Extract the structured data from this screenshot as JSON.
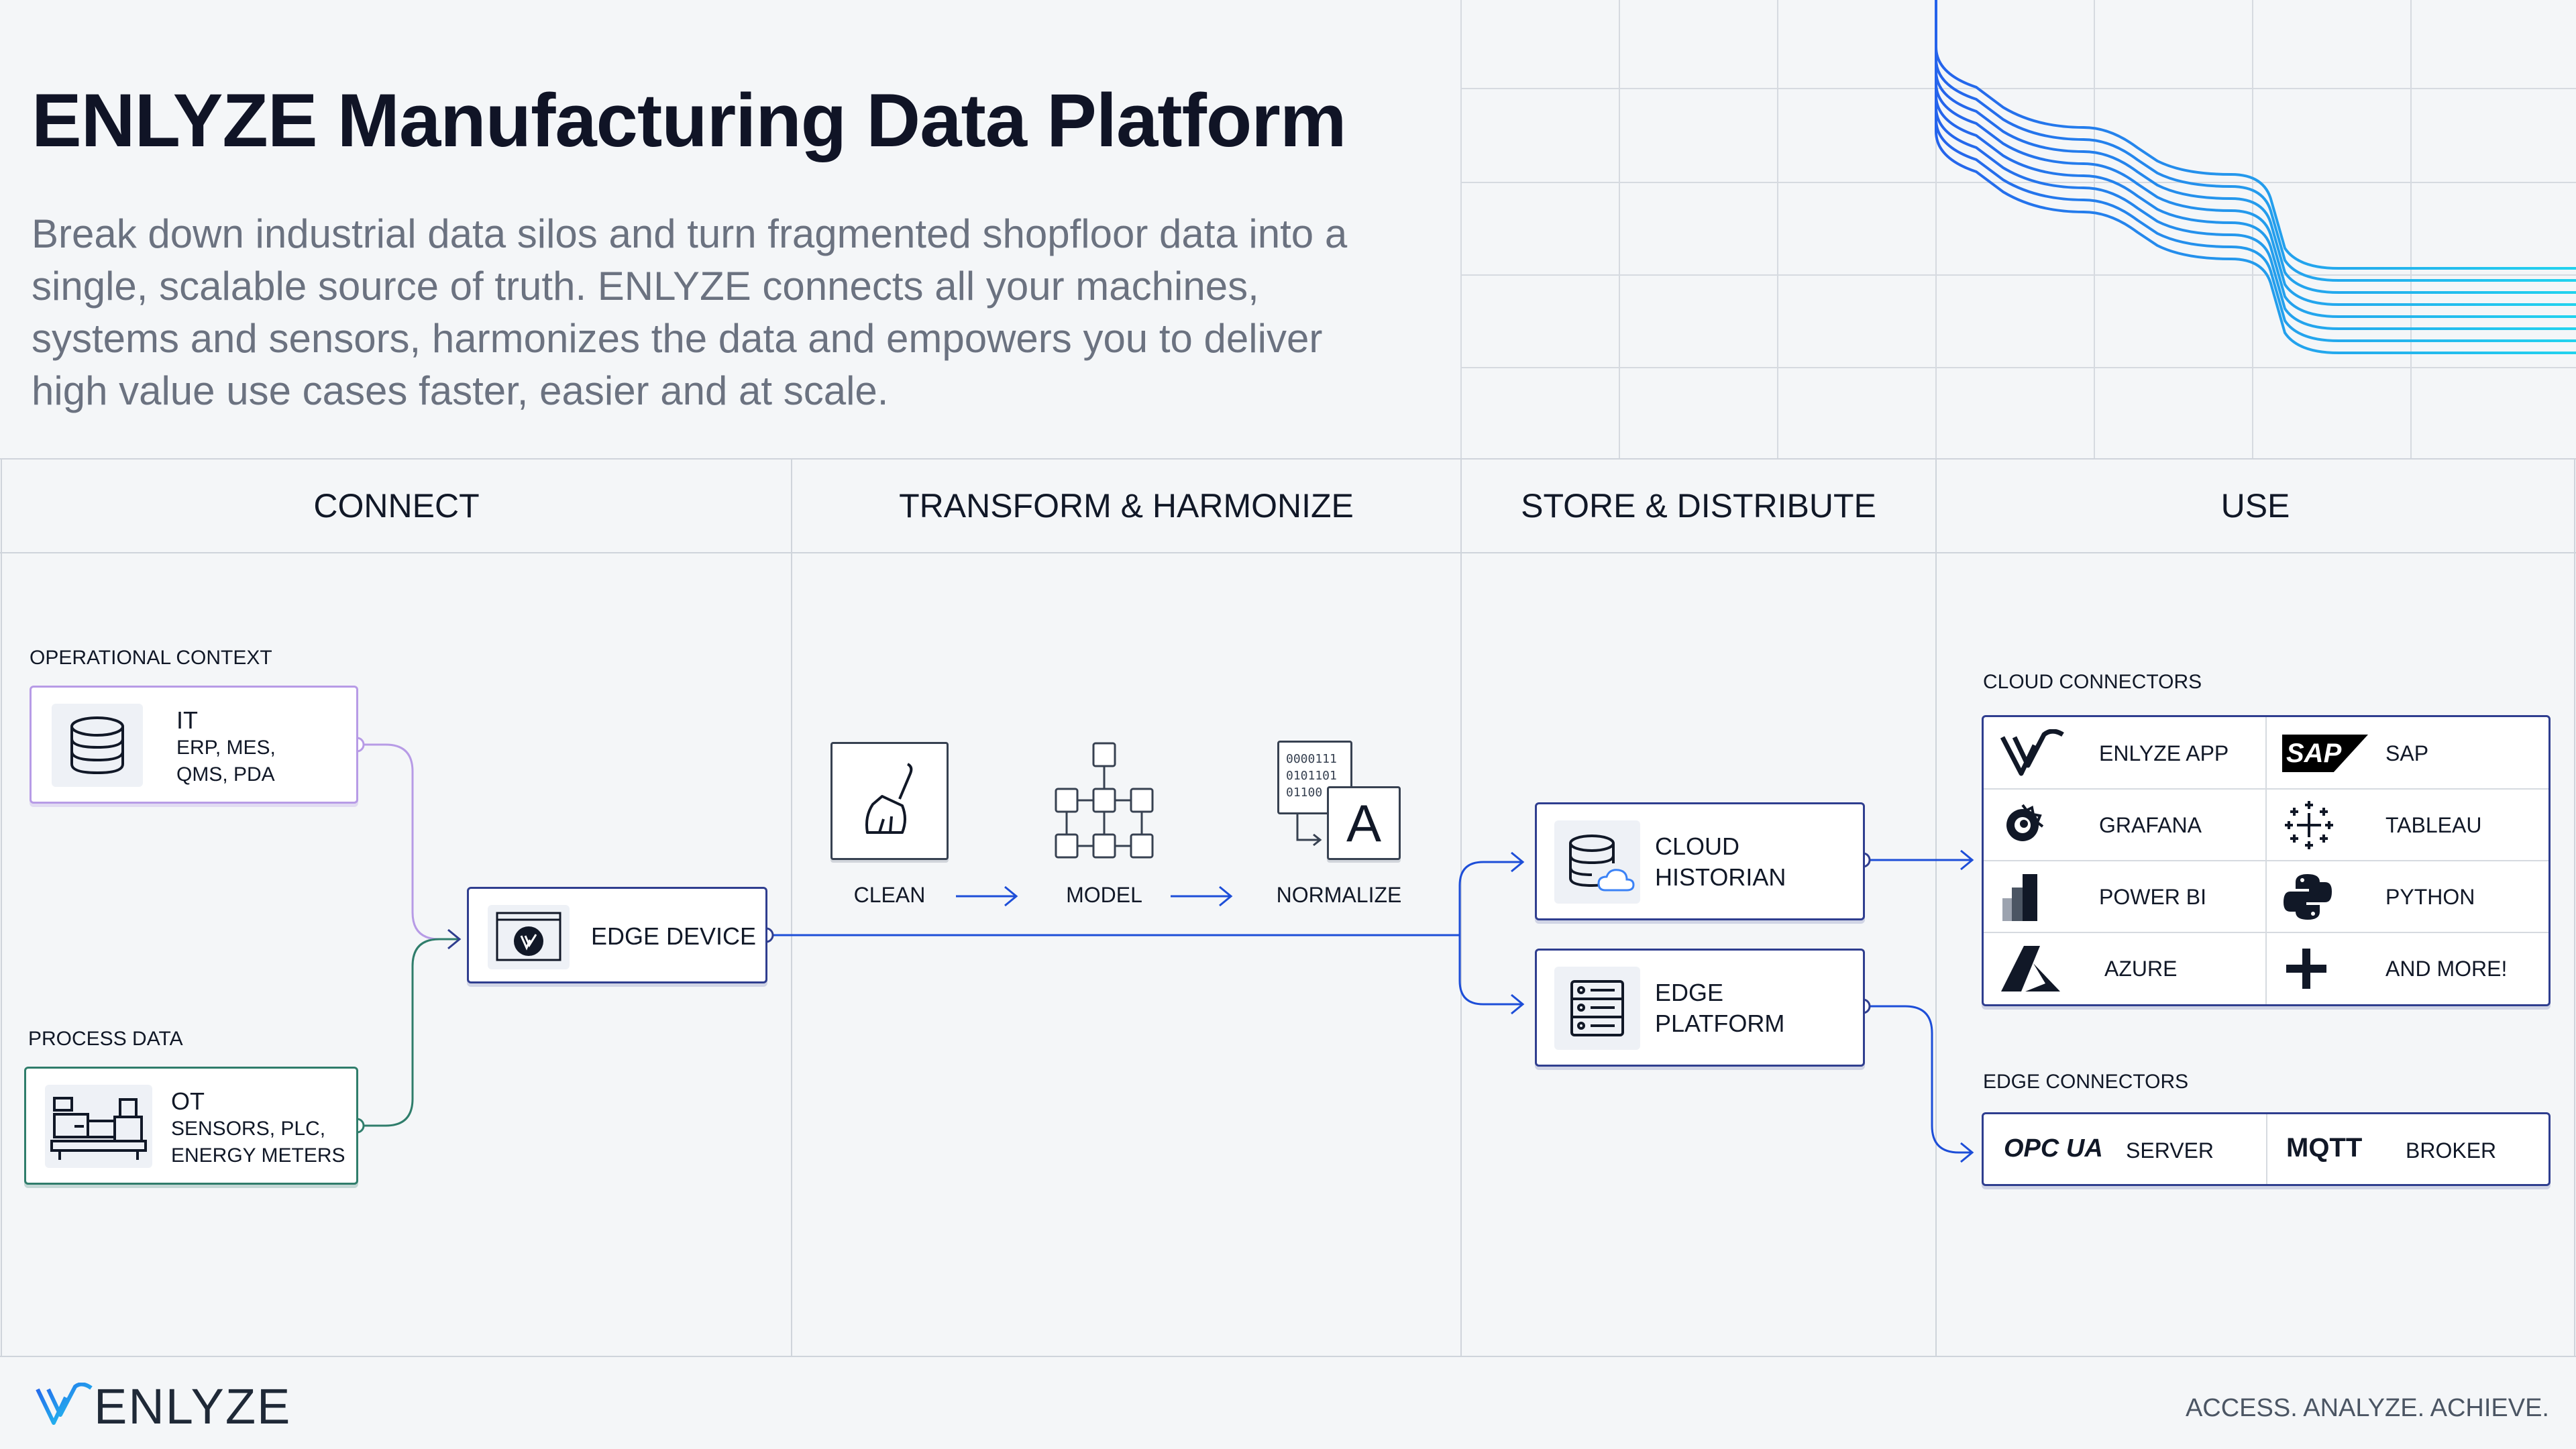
{
  "header": {
    "title": "ENLYZE Manufacturing Data Platform",
    "subtitle": "Break down industrial data silos and turn fragmented shopfloor data into a single, scalable source of truth. ENLYZE connects all your machines, systems and sensors, harmonizes the data and empowers you to deliver high value use cases faster, easier and at scale."
  },
  "columns": {
    "connect": "CONNECT",
    "transform": "TRANSFORM & HARMONIZE",
    "store": "STORE & DISTRIBUTE",
    "use": "USE"
  },
  "connect": {
    "operational_label": "OPERATIONAL CONTEXT",
    "it": {
      "title": "IT",
      "sub1": "ERP, MES,",
      "sub2": "QMS, PDA"
    },
    "process_label": "PROCESS DATA",
    "ot": {
      "title": "OT",
      "sub1": "SENSORS, PLC,",
      "sub2": "ENERGY METERS"
    },
    "edge_device": "EDGE DEVICE"
  },
  "transform": {
    "clean": "CLEAN",
    "model": "MODEL",
    "normalize": "NORMALIZE",
    "binary": [
      "0000111",
      "0101101",
      "01100"
    ]
  },
  "store": {
    "cloud_historian": [
      "CLOUD",
      "HISTORIAN"
    ],
    "edge_platform": [
      "EDGE",
      "PLATFORM"
    ]
  },
  "use": {
    "cloud_label": "CLOUD CONNECTORS",
    "cloud": [
      {
        "label": "ENLYZE APP",
        "icon": "enlyze-logo-icon"
      },
      {
        "label": "SAP",
        "icon": "sap-logo-icon",
        "logo_text": "SAP"
      },
      {
        "label": "GRAFANA",
        "icon": "grafana-logo-icon"
      },
      {
        "label": "TABLEAU",
        "icon": "tableau-logo-icon"
      },
      {
        "label": "POWER BI",
        "icon": "powerbi-logo-icon"
      },
      {
        "label": "PYTHON",
        "icon": "python-logo-icon"
      },
      {
        "label": "AZURE",
        "icon": "azure-logo-icon"
      },
      {
        "label": "AND MORE!",
        "icon": "plus-icon"
      }
    ],
    "edge_label": "EDGE CONNECTORS",
    "edge": [
      {
        "label": "SERVER",
        "logo_text": "OPC UA"
      },
      {
        "label": "BROKER",
        "logo_text": "MQTT"
      }
    ]
  },
  "footer": {
    "brand": "ENLYZE",
    "tagline": "ACCESS. ANALYZE. ACHIEVE."
  },
  "colors": {
    "navy": "#2f3e8f",
    "purple": "#b79be6",
    "green": "#2f7d6b",
    "line_blue": "#1d4ed8",
    "wave_start": "#2563eb",
    "wave_end": "#22d3ee"
  }
}
